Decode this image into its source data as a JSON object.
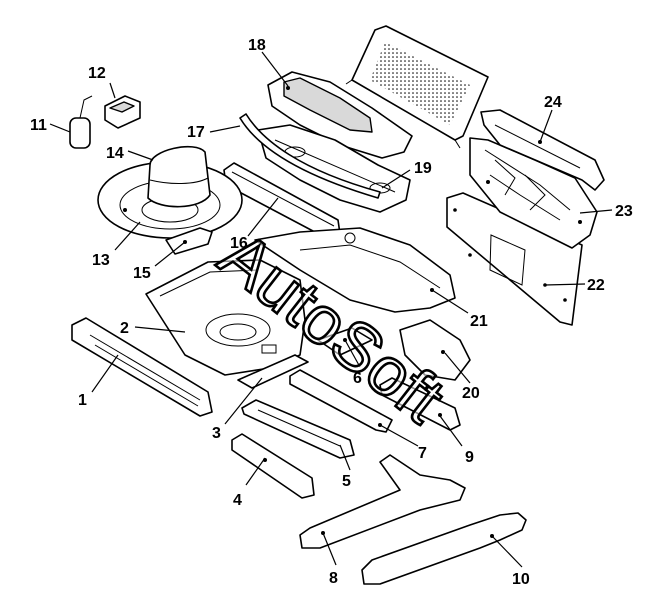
{
  "watermark": "AutoSoft",
  "callouts": [
    {
      "id": "1",
      "label": "1"
    },
    {
      "id": "2",
      "label": "2"
    },
    {
      "id": "3",
      "label": "3"
    },
    {
      "id": "4",
      "label": "4"
    },
    {
      "id": "5",
      "label": "5"
    },
    {
      "id": "6",
      "label": "6"
    },
    {
      "id": "7",
      "label": "7"
    },
    {
      "id": "8",
      "label": "8"
    },
    {
      "id": "9",
      "label": "9"
    },
    {
      "id": "10",
      "label": "10"
    },
    {
      "id": "11",
      "label": "11"
    },
    {
      "id": "12",
      "label": "12"
    },
    {
      "id": "13",
      "label": "13"
    },
    {
      "id": "14",
      "label": "14"
    },
    {
      "id": "15",
      "label": "15"
    },
    {
      "id": "16",
      "label": "16"
    },
    {
      "id": "17",
      "label": "17"
    },
    {
      "id": "18",
      "label": "18"
    },
    {
      "id": "19",
      "label": "19"
    },
    {
      "id": "20",
      "label": "20"
    },
    {
      "id": "21",
      "label": "21"
    },
    {
      "id": "22",
      "label": "22"
    },
    {
      "id": "23",
      "label": "23"
    },
    {
      "id": "24",
      "label": "24"
    }
  ]
}
